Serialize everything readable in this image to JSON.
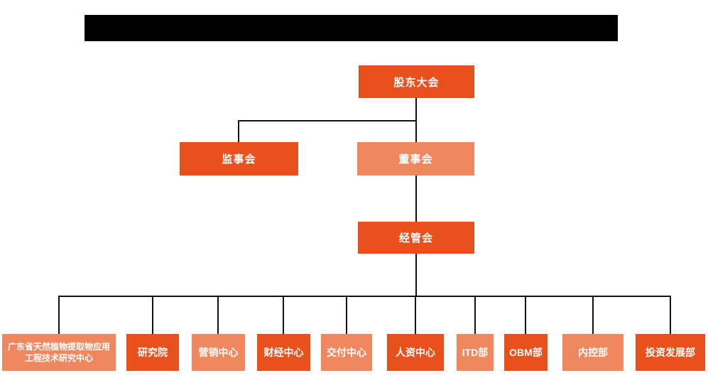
{
  "title_bar": {
    "type": "redacted-black-bar",
    "text": ""
  },
  "colors": {
    "primary": "#E9511C",
    "secondary": "#F0875F",
    "connector_line": "#111111",
    "node_text": "#ffffff",
    "background": "#ffffff",
    "redacted_bar": "#000000"
  },
  "org_chart": {
    "root": {
      "label": "股东大会",
      "variant": "primary"
    },
    "level2": [
      {
        "label": "监事会",
        "variant": "primary"
      },
      {
        "label": "董事会",
        "variant": "secondary"
      }
    ],
    "level3": {
      "label": "经管会",
      "variant": "primary"
    },
    "departments": [
      {
        "label": "广东省天然植物提取物应用工程技术研究中心",
        "variant": "secondary"
      },
      {
        "label": "研究院",
        "variant": "primary"
      },
      {
        "label": "营销中心",
        "variant": "secondary"
      },
      {
        "label": "财经中心",
        "variant": "primary"
      },
      {
        "label": "交付中心",
        "variant": "secondary"
      },
      {
        "label": "人资中心",
        "variant": "primary"
      },
      {
        "label": "ITD部",
        "variant": "secondary"
      },
      {
        "label": "OBM部",
        "variant": "primary"
      },
      {
        "label": "内控部",
        "variant": "secondary"
      },
      {
        "label": "投资发展部",
        "variant": "primary"
      }
    ]
  }
}
